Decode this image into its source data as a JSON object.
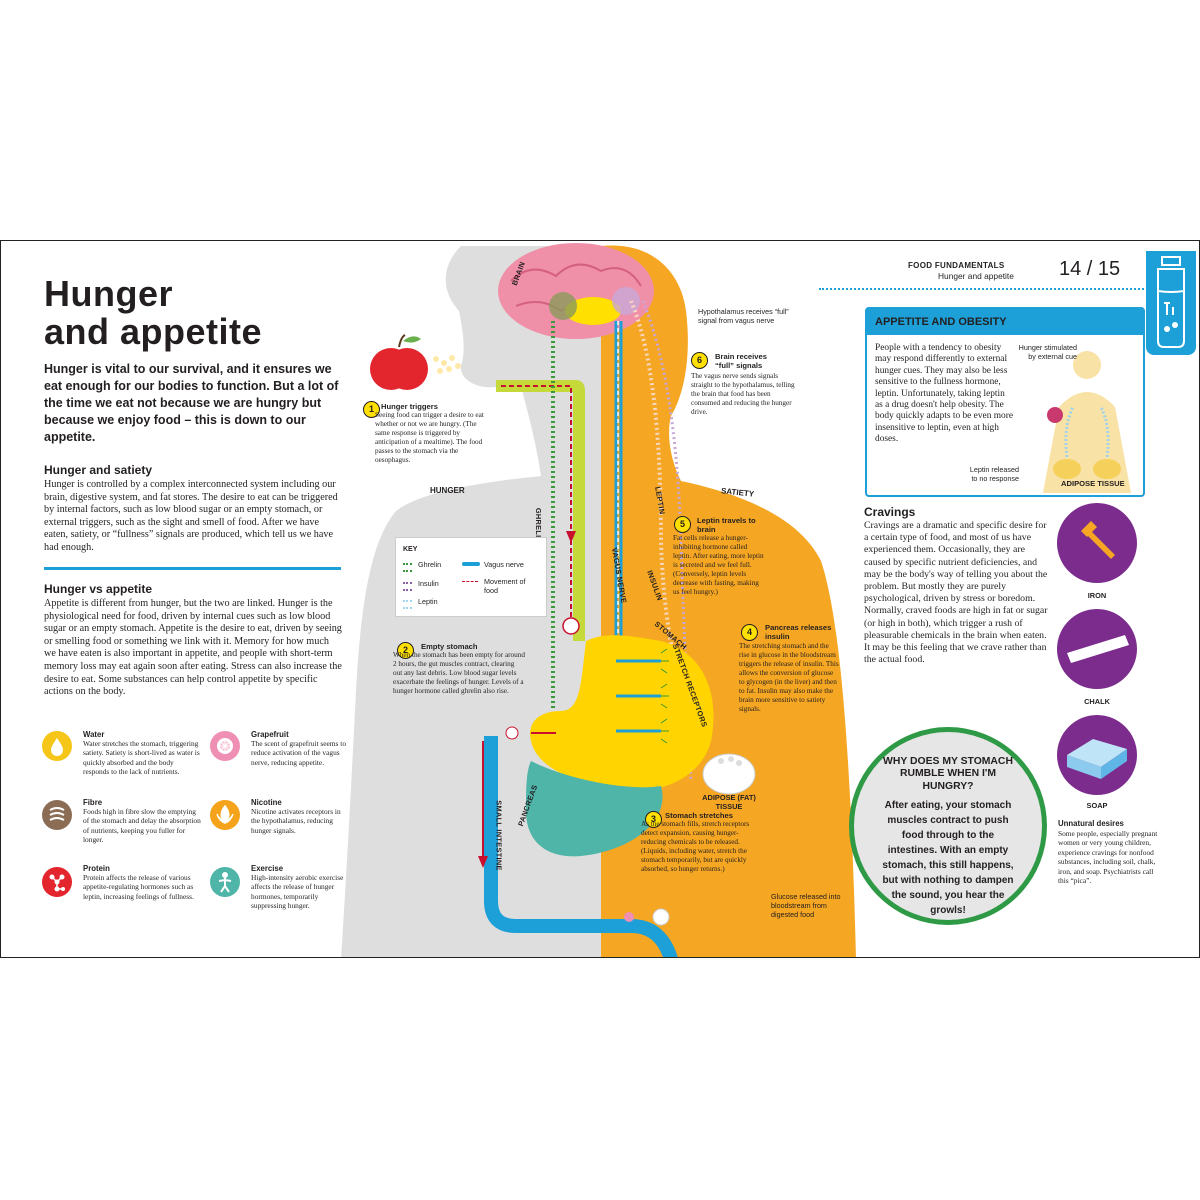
{
  "header": {
    "section": "FOOD FUNDAMENTALS",
    "subsection": "Hunger and appetite",
    "pages": "14 / 15"
  },
  "title": {
    "line1": "Hunger",
    "line2": "and appetite"
  },
  "intro": "Hunger is vital to our survival, and it ensures we eat enough for our bodies to function. But a lot of the time we eat not because we are hungry but because we enjoy food – this is down to our appetite.",
  "satiety": {
    "heading": "Hunger and satiety",
    "text": "Hunger is controlled by a complex interconnected system including our brain, digestive system, and fat stores. The desire to eat can be triggered by internal factors, such as low blood sugar or an empty stomach, or external triggers, such as the sight and smell of food. After we have eaten, satiety, or “fullness” signals are produced, which tell us we have had enough."
  },
  "appetite": {
    "heading": "Hunger vs appetite",
    "text": "Appetite is different from hunger, but the two are linked. Hunger is the physiological need for food, driven by internal cues such as low blood sugar or an empty stomach. Appetite is the desire to eat, driven by seeing or smelling food or something we link with it. Memory for how much we have eaten is also important in appetite, and people with short-term memory loss may eat again soon after eating. Stress can also increase the desire to eat. Some substances can help control appetite by specific actions on the body."
  },
  "tips": [
    {
      "title": "Water",
      "text": "Water stretches the stomach, triggering satiety. Satiety is short-lived as water is quickly absorbed and the body responds to the lack of nutrients.",
      "icon": "water-drop-icon",
      "color": "#f5c518"
    },
    {
      "title": "Grapefruit",
      "text": "The scent of grapefruit seems to reduce activation of the vagus nerve, reducing appetite.",
      "icon": "grapefruit-icon",
      "color": "#ef8fb3"
    },
    {
      "title": "Fibre",
      "text": "Foods high in fibre slow the emptying of the stomach and delay the absorption of nutrients, keeping you fuller for longer.",
      "icon": "fibre-icon",
      "color": "#8b6d55"
    },
    {
      "title": "Nicotine",
      "text": "Nicotine activates receptors in the hypothalamus, reducing hunger signals.",
      "icon": "nicotine-leaf-icon",
      "color": "#f5a31a"
    },
    {
      "title": "Protein",
      "text": "Protein affects the release of various appetite-regulating hormones such as leptin, increasing feelings of fullness.",
      "icon": "protein-molecule-icon",
      "color": "#e3262e"
    },
    {
      "title": "Exercise",
      "text": "High-intensity aerobic exercise affects the release of hunger hormones, temporarily suppressing hunger.",
      "icon": "exercise-figure-icon",
      "color": "#4fb5a8"
    }
  ],
  "diagram": {
    "hunger_label": "HUNGER",
    "satiety_label": "SATIETY",
    "brain": "BRAIN",
    "ghrelin": "GHRELIN",
    "vagus": "VAGUS NERVE",
    "leptin": "LEPTIN",
    "insulin": "INSULIN",
    "stomach": "STOMACH",
    "stretch": "STRETCH RECEPTORS",
    "pancreas": "PANCREAS",
    "small_intestine": "SMALL INTESTINE",
    "adipose": "ADIPOSE (FAT) TISSUE",
    "hypothalamus_note": "Hypothalamus receives “full” signal from vagus nerve",
    "glucose_note": "Glucose released into bloodstream from digested food",
    "key": {
      "title": "KEY",
      "ghrelin": "Ghrelin",
      "insulin": "Insulin",
      "leptin": "Leptin",
      "vagus": "Vagus nerve",
      "movement": "Movement of food"
    },
    "steps": [
      {
        "n": "1",
        "title": "Hunger triggers",
        "text": "Seeing food can trigger a desire to eat whether or not we are hungry. (The same response is triggered by anticipation of a mealtime). The food passes to the stomach via the oesophagus."
      },
      {
        "n": "2",
        "title": "Empty stomach",
        "text": "When the stomach has been empty for around 2 hours, the gut muscles contract, clearing out any last debris. Low blood sugar levels exacerbate the feelings of hunger. Levels of a hunger hormone called ghrelin also rise."
      },
      {
        "n": "3",
        "title": "Stomach stretches",
        "text": "As the stomach fills, stretch receptors detect expansion, causing hunger-reducing chemicals to be released. (Liquids, including water, stretch the stomach temporarily, but are quickly absorbed, so hunger returns.)"
      },
      {
        "n": "4",
        "title": "Pancreas releases insulin",
        "text": "The stretching stomach and the rise in glucose in the bloodstream triggers the release of insulin. This allows the conversion of glucose to glycogen (in the liver) and then to fat. Insulin may also make the brain more sensitive to satiety signals."
      },
      {
        "n": "5",
        "title": "Leptin travels to brain",
        "text": "Fat cells release a hunger-inhibiting hormone called leptin. After eating, more leptin is secreted and we feel full. (Conversely, leptin levels decrease with fasting, making us feel hungry.)"
      },
      {
        "n": "6",
        "title": "Brain receives “full” signals",
        "text": "The vagus nerve sends signals straight to the hypothalamus, telling the brain that food has been consumed and reducing the hunger drive."
      }
    ]
  },
  "obesity_box": {
    "heading": "APPETITE AND OBESITY",
    "text": "People with a tendency to obesity may respond differently to external hunger cues. They may also be less sensitive to the fullness hormone, leptin. Unfortunately, taking leptin as a drug doesn't help obesity. The body quickly adapts to be even more insensitive to leptin, even at high doses.",
    "hunger_note": "Hunger stimulated by external cue",
    "leptin_note": "Leptin released to no response",
    "adipose": "ADIPOSE TISSUE"
  },
  "cravings": {
    "heading": "Cravings",
    "text": "Cravings are a dramatic and specific desire for a certain type of food, and most of us have experienced them. Occasionally, they are caused by specific nutrient deficiencies, and may be the body's way of telling you about the problem. But mostly they are purely psychological, driven by stress or boredom. Normally, craved foods are high in fat or sugar (or high in both), which trigger a rush of pleasurable chemicals in the brain when eaten. It may be this feeling that we crave rather than the actual food.",
    "items": [
      "IRON",
      "CHALK",
      "SOAP"
    ],
    "unnatural_title": "Unnatural desires",
    "unnatural_text": "Some people, especially pregnant women or very young children, experience cravings for nonfood substances, including soil, chalk, iron, and soap. Psychiatrists call this “pica”."
  },
  "rumble": {
    "question": "WHY DOES MY STOMACH RUMBLE WHEN I'M HUNGRY?",
    "answer": "After eating, your stomach muscles contract to push food through to the intestines. With an empty stomach, this still happens, but with nothing to dampen the sound, you hear the growls!"
  },
  "colors": {
    "satiety": "#f5a623",
    "hunger_body": "#dcdcdc",
    "accent_blue": "#1d9fd8",
    "ghrelin": "#3a9a3a",
    "insulin": "#8a5fa8",
    "stomach": "#ffd400",
    "arrow": "#c8102e",
    "crave_purple": "#7b2c8c",
    "rumble_green": "#2e9a46"
  }
}
